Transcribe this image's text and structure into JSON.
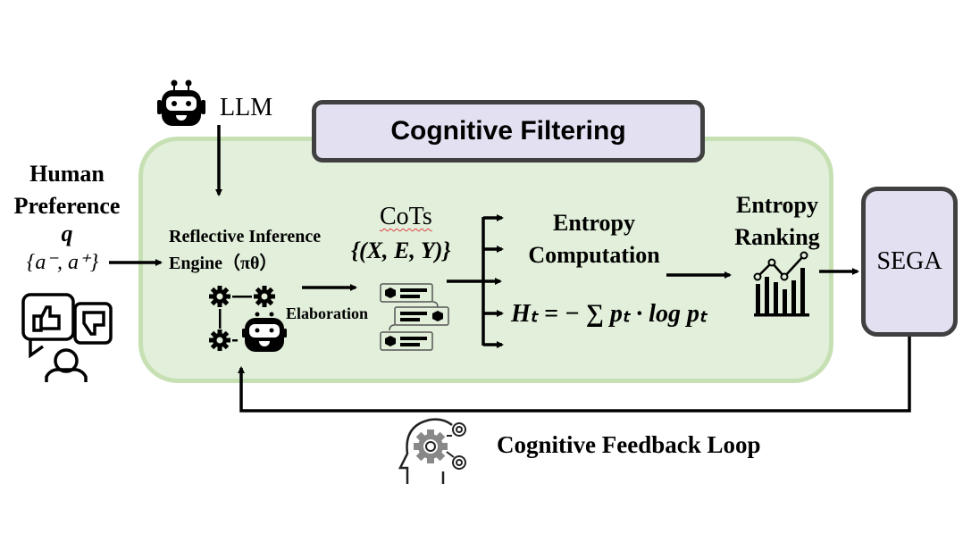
{
  "diagram": {
    "title_box": "Cognitive Filtering",
    "llm": {
      "label": "LLM",
      "icon": "robot-icon"
    },
    "human_preference": {
      "line1": "Human",
      "line2": "Preference",
      "query_symbol": "q",
      "answer_set": "{a⁻, a⁺}",
      "icon": "feedback-person-icon"
    },
    "reflective_engine": {
      "line1": "Reflective Inference",
      "line2": "Engine（πθ）",
      "icon": "gear-network-robot-icon"
    },
    "elaboration_label": "Elaboration",
    "cots": {
      "label": "CoTs",
      "set": "{(X, E, Y)}",
      "icon": "chain-of-thought-cards-icon"
    },
    "entropy_computation": {
      "line1": "Entropy",
      "line2": "Computation",
      "formula": "Hₜ = − ∑ pₜ · log pₜ"
    },
    "entropy_ranking": {
      "line1": "Entropy",
      "line2": "Ranking",
      "icon": "bar-line-chart-icon"
    },
    "sega": {
      "label": "SEGA"
    },
    "feedback_loop": {
      "label": "Cognitive Feedback Loop",
      "icon": "head-gears-icon"
    },
    "colors": {
      "panel_fill": "#E2EFDA",
      "panel_border": "#C6E0B4",
      "box_fill": "#E2E0F1",
      "box_border": "#404040"
    }
  }
}
